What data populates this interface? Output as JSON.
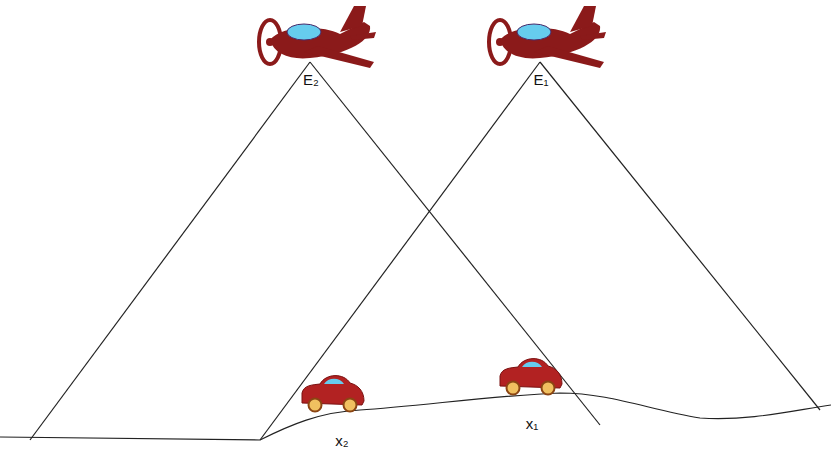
{
  "diagram": {
    "labels": [
      "E₂",
      "E₁",
      "x₂",
      "x₁"
    ]
  }
}
